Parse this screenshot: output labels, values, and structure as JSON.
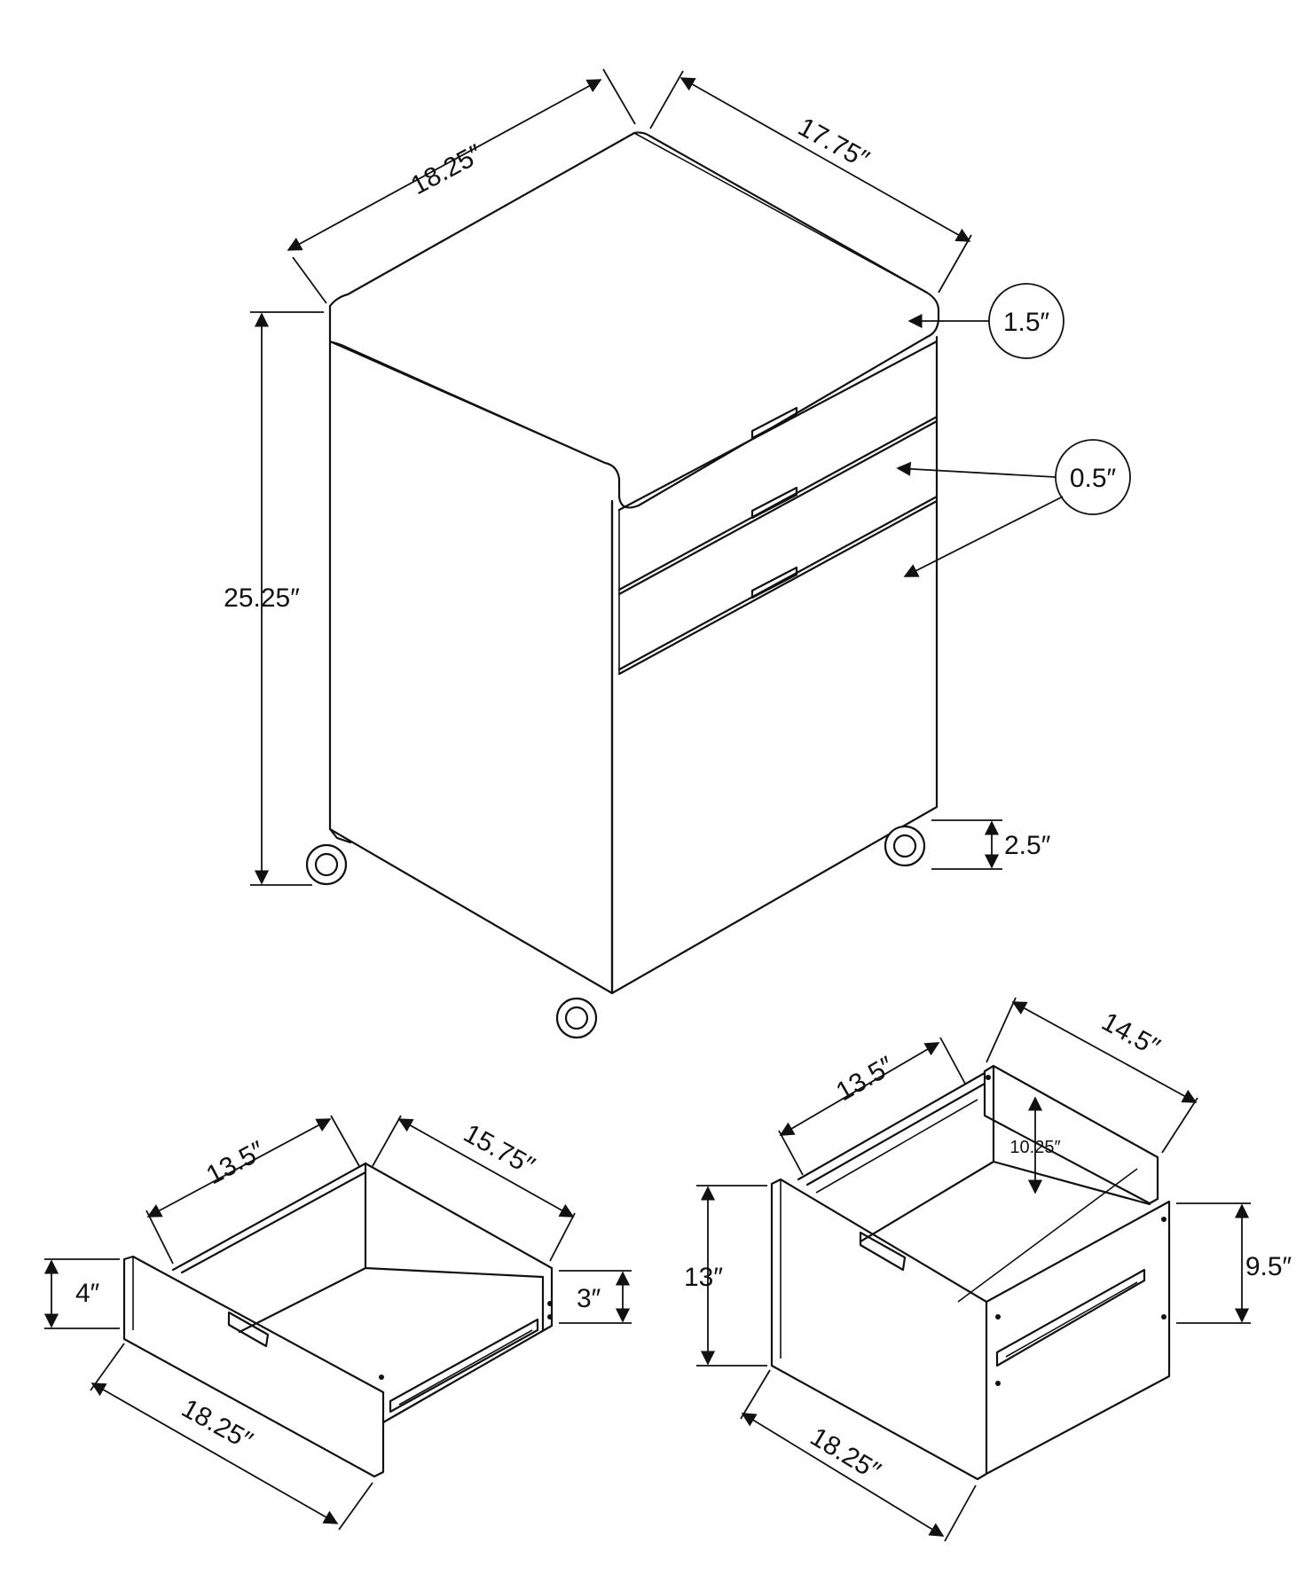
{
  "cabinet": {
    "top_width": "18.25″",
    "top_depth": "17.75″",
    "height": "25.25″",
    "top_thickness": "1.5″",
    "drawer_gap": "0.5″",
    "caster_height": "2.5″"
  },
  "small_drawer": {
    "inner_width": "13.5″",
    "depth": "15.75″",
    "front_height": "4″",
    "side_height": "3″",
    "front_width": "18.25″"
  },
  "file_drawer": {
    "inner_width": "13.5″",
    "depth": "14.5″",
    "inner_height": "10.25″",
    "front_height": "13″",
    "side_height": "9.5″",
    "front_width": "18.25″"
  },
  "colors": {
    "line": "#111111",
    "background": "#ffffff"
  }
}
